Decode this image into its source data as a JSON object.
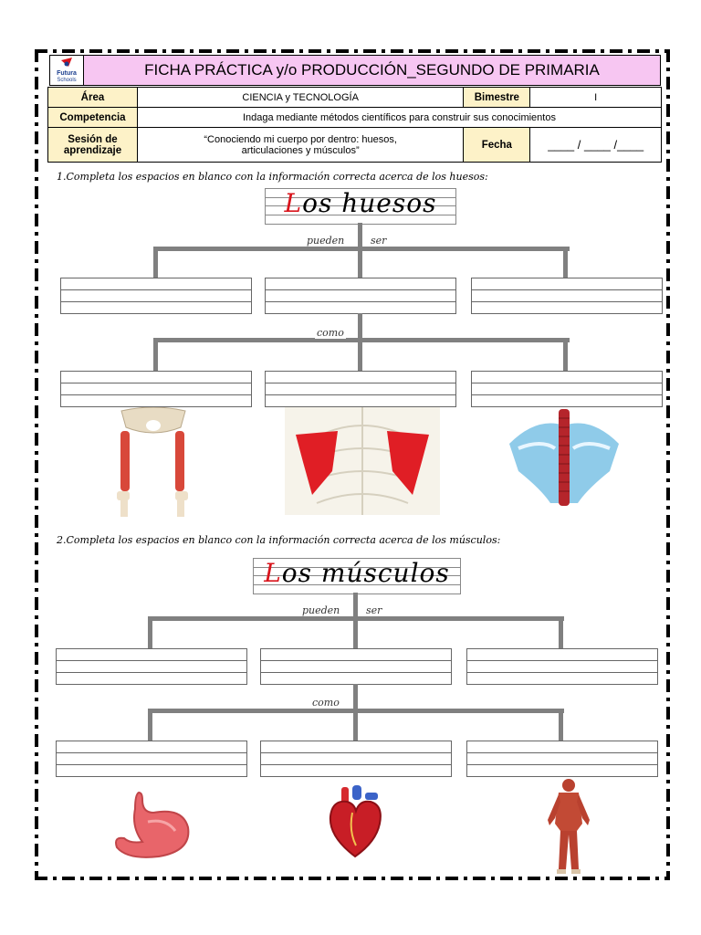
{
  "header": {
    "logo_text_1": "Futura",
    "logo_text_2": "Schools",
    "title": "FICHA PRÁCTICA y/o PRODUCCIÓN_SEGUNDO DE PRIMARIA"
  },
  "info": {
    "area_label": "Área",
    "area_value": "CIENCIA y TECNOLOGÍA",
    "bimestre_label": "Bimestre",
    "bimestre_value": "I",
    "competencia_label": "Competencia",
    "competencia_value": "Indaga mediante métodos científicos para construir sus conocimientos",
    "sesion_label": "Sesión de aprendizaje",
    "sesion_value": "“Conociendo mi cuerpo por dentro: huesos, articulaciones y músculos”",
    "fecha_label": "Fecha",
    "fecha_value": "____ / ____ /____"
  },
  "section1": {
    "instruction": "1.Completa los espacios en blanco con la información correcta acerca de los huesos:",
    "title_first": "L",
    "title_rest": "os huesos",
    "label_pueden": "pueden",
    "label_ser": "ser",
    "label_como": "como"
  },
  "section2": {
    "instruction": "2.Completa los espacios en blanco con la información correcta acerca de los músculos:",
    "title_first": "L",
    "title_rest": "os músculos",
    "label_pueden": "pueden",
    "label_ser": "ser",
    "label_como": "como"
  }
}
